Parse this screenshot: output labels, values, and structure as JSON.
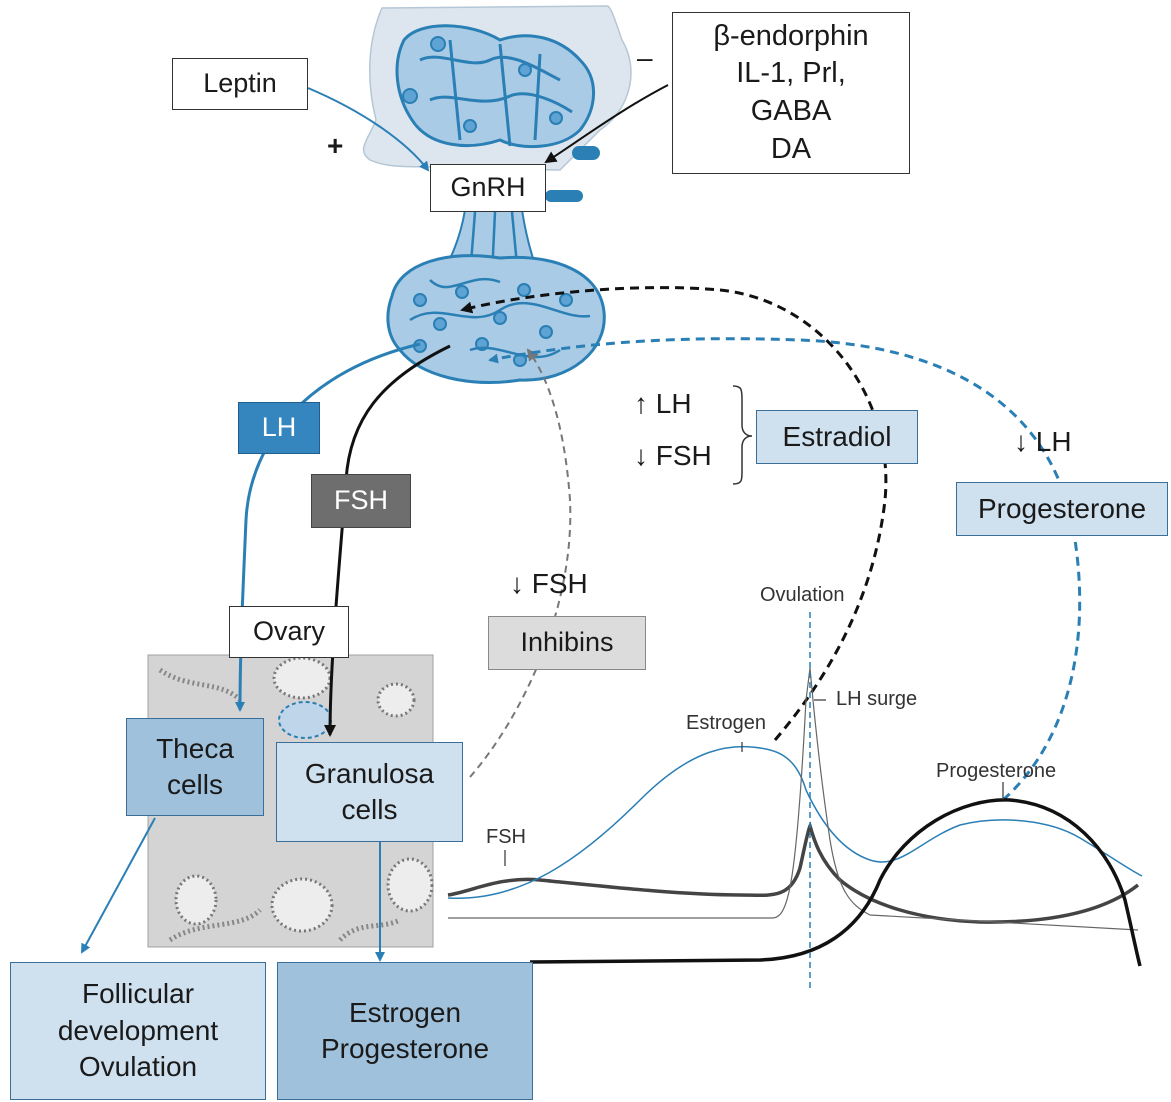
{
  "inhibitors": {
    "sign": "–",
    "lines": [
      "β-endorphin",
      "IL-1, Prl,",
      "GABA",
      "DA"
    ]
  },
  "leptin": {
    "label": "Leptin",
    "sign": "+"
  },
  "gnrh": "GnRH",
  "lh_box": "LH",
  "fsh_box": "FSH",
  "ovary": "Ovary",
  "theca": [
    "Theca",
    "cells"
  ],
  "granulosa": [
    "Granulosa",
    "cells"
  ],
  "follicular": [
    "Follicular",
    "development",
    "Ovulation"
  ],
  "estrogen_progesterone": [
    "Estrogen",
    "Progesterone"
  ],
  "inhibins": {
    "effect": "↓ FSH",
    "label": "Inhibins"
  },
  "estradiol": {
    "effect_up": "↑ LH",
    "effect_down": "↓ FSH",
    "label": "Estradiol"
  },
  "progesterone_feedback": {
    "effect": "↓ LH",
    "label": "Progesterone"
  },
  "graph_labels": {
    "ovulation": "Ovulation",
    "lh_surge": "LH surge",
    "estrogen": "Estrogen",
    "progesterone": "Progesterone",
    "fsh": "FSH"
  },
  "colors": {
    "blue": "#2a7fb5",
    "light_blue": "#cfe0ef",
    "mid_blue": "#9fc1db",
    "lh_box": "#3586bf",
    "fsh_box": "#6e6e6e",
    "inhibins_box": "#dcdcdc"
  }
}
